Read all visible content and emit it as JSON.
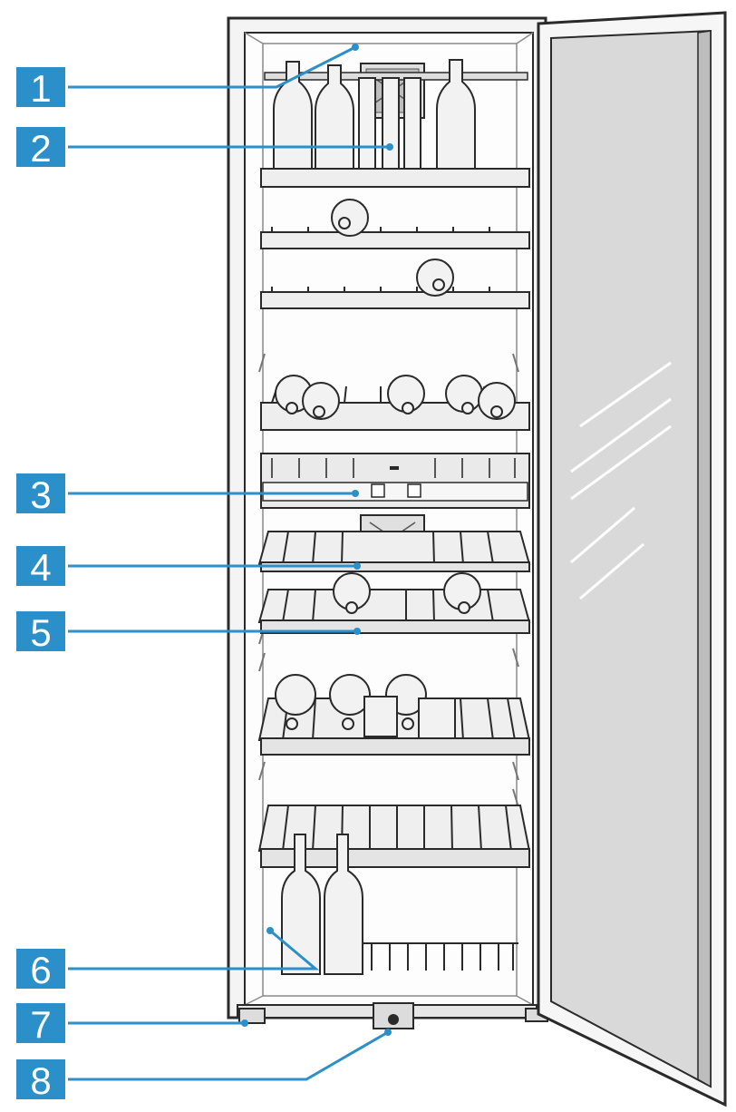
{
  "colors": {
    "callout_fill": "#2b8fc9",
    "leader_line": "#2b8fc9",
    "outline": "#2a2a2a",
    "glass": "#d9d9d9",
    "interior": "#fdfdfd",
    "shelf": "#eeeeee"
  },
  "callouts": [
    {
      "label": "1"
    },
    {
      "label": "2"
    },
    {
      "label": "3"
    },
    {
      "label": "4"
    },
    {
      "label": "5"
    },
    {
      "label": "6"
    },
    {
      "label": "7"
    },
    {
      "label": "8"
    }
  ]
}
